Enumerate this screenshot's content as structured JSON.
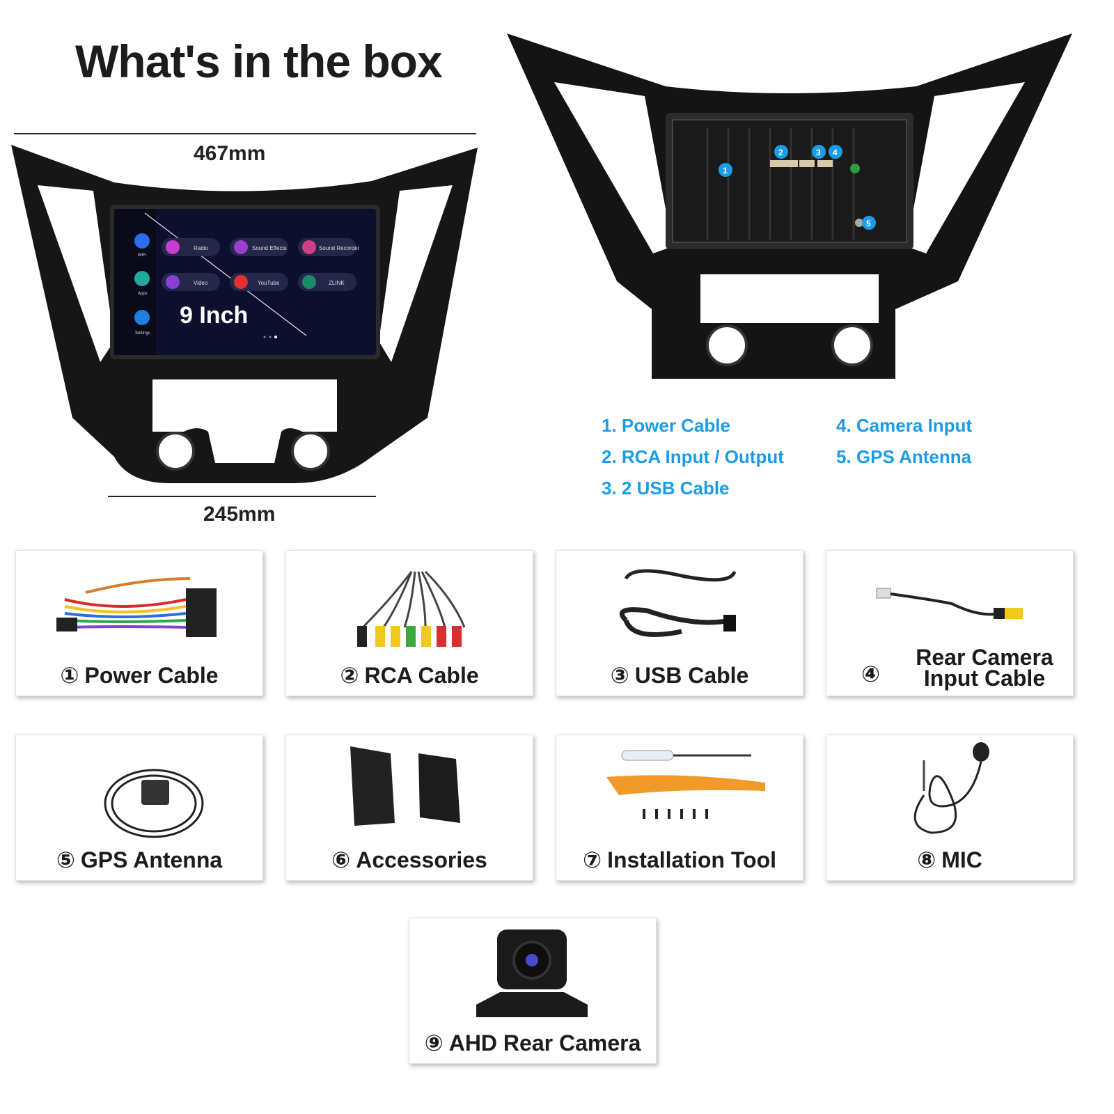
{
  "title": "What's in the box",
  "dimensions": {
    "width": "467mm",
    "height": "245mm"
  },
  "screen": {
    "size_label": "9 Inch",
    "apps": [
      "Radio",
      "Sound Effects",
      "Sound Recorder",
      "Video",
      "YouTube",
      "ZLINK"
    ],
    "sidebar": [
      "WiFi",
      "Apps",
      "Settings"
    ]
  },
  "ports": [
    {
      "num": "1",
      "label": "1. Power Cable"
    },
    {
      "num": "2",
      "label": "2. RCA Input / Output"
    },
    {
      "num": "3",
      "label": "3. 2 USB Cable"
    },
    {
      "num": "4",
      "label": "4. Camera Input"
    },
    {
      "num": "5",
      "label": "5. GPS Antenna"
    }
  ],
  "items": [
    {
      "num": "①",
      "label": "Power Cable"
    },
    {
      "num": "②",
      "label": "RCA Cable"
    },
    {
      "num": "③",
      "label": "USB Cable"
    },
    {
      "num": "④",
      "label_line1": "Rear Camera",
      "label_line2": "Input Cable"
    },
    {
      "num": "⑤",
      "label": "GPS Antenna"
    },
    {
      "num": "⑥",
      "label": "Accessories"
    },
    {
      "num": "⑦",
      "label": "Installation Tool"
    },
    {
      "num": "⑧",
      "label": "MIC"
    },
    {
      "num": "⑨",
      "label": "AHD Rear Camera"
    }
  ],
  "colors": {
    "accent": "#1b9ce8",
    "text": "#1c1c1c",
    "frame": "#111111"
  }
}
